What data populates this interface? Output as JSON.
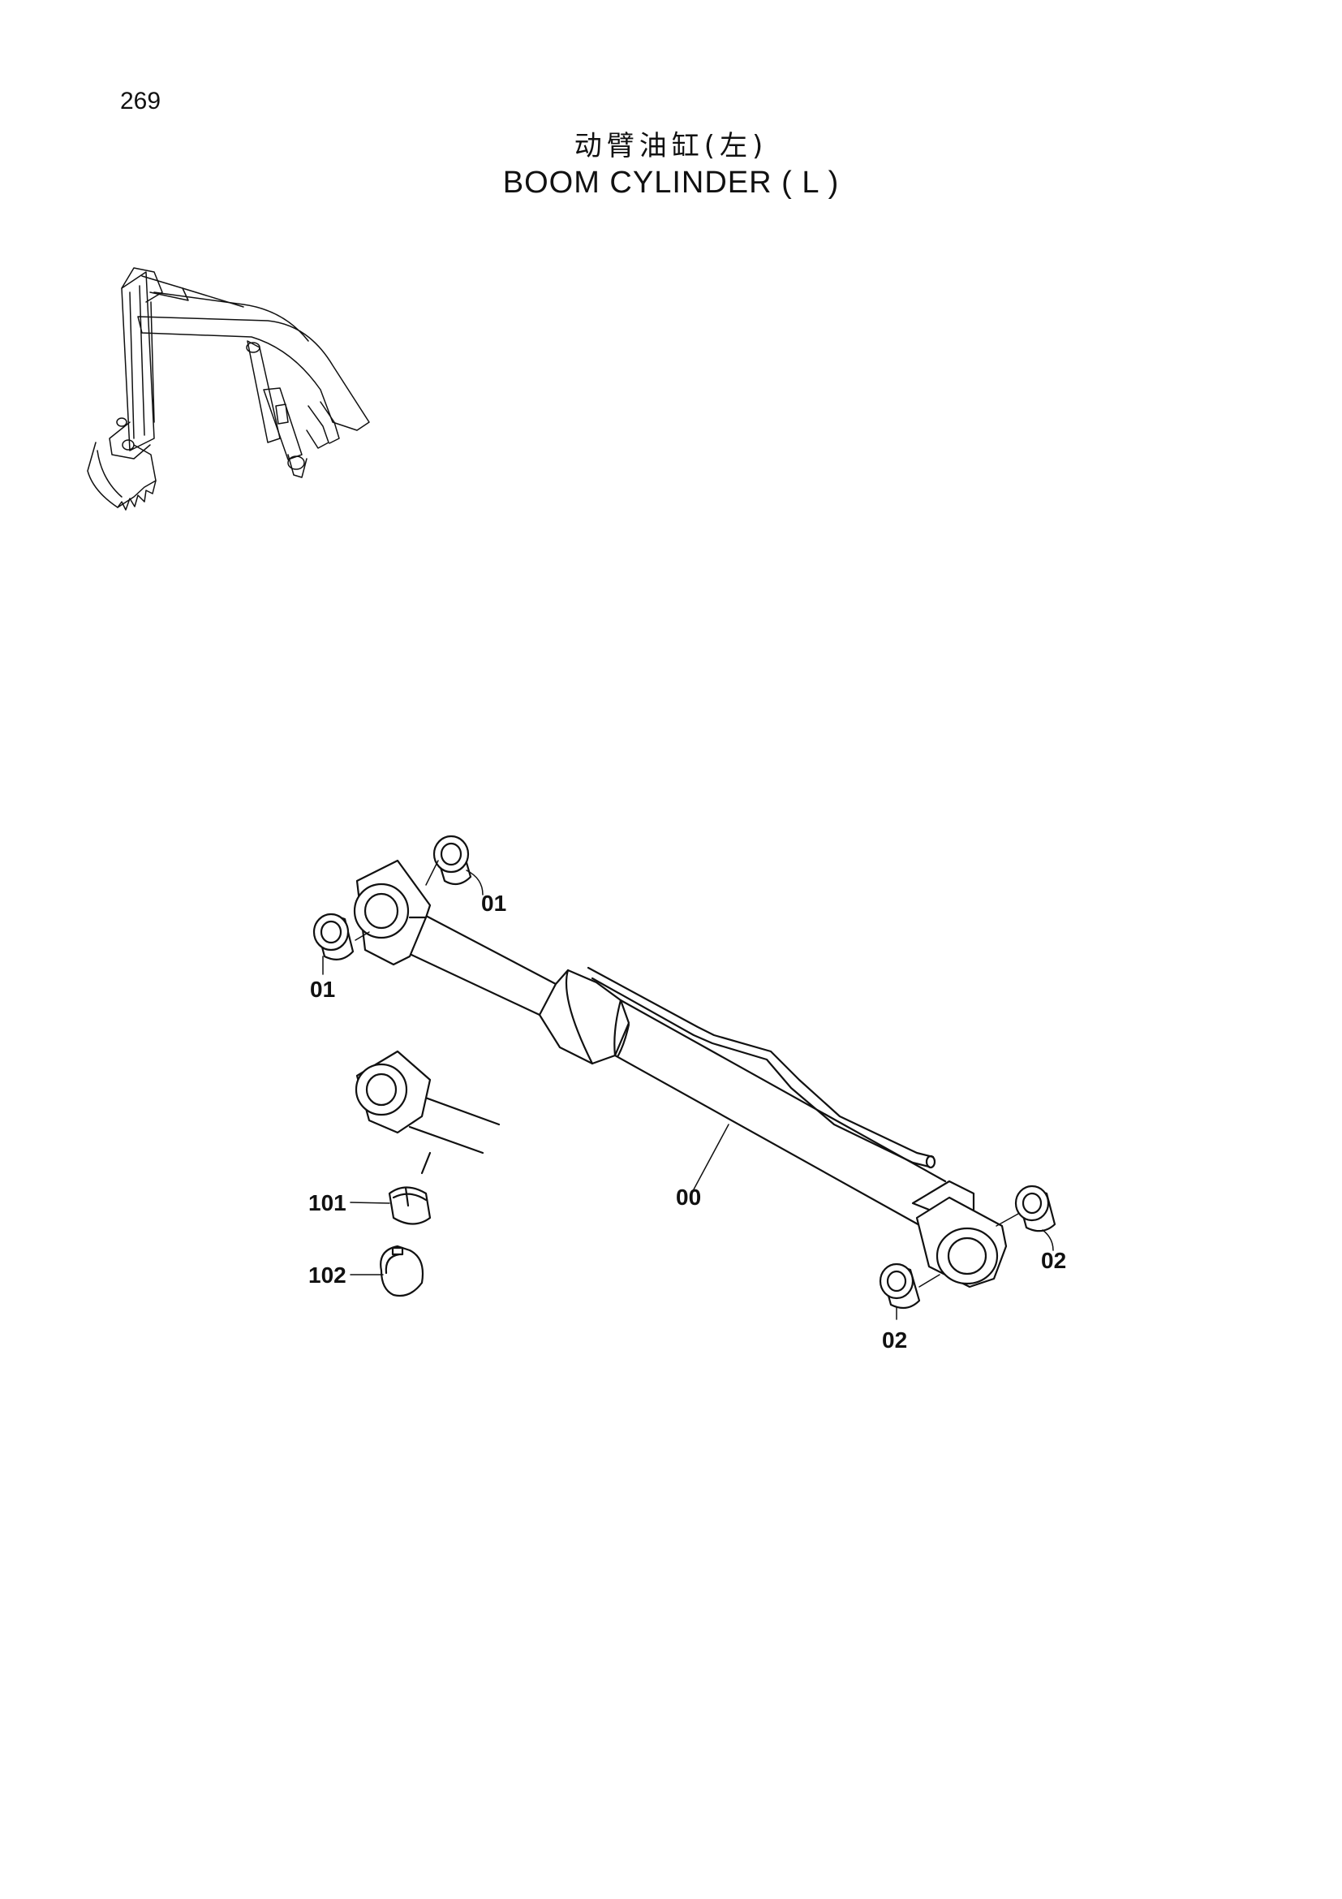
{
  "page_number": "269",
  "title_cn": "动臂油缸(左)",
  "title_en": "BOOM  CYLINDER ( L )",
  "callouts": {
    "pin_bushing_upper_right": "01",
    "pin_bushing_upper_left": "01",
    "cylinder_assembly": "00",
    "dust_seal": "101",
    "snap_ring": "102",
    "rod_bushing_right": "02",
    "rod_bushing_bottom": "02"
  }
}
